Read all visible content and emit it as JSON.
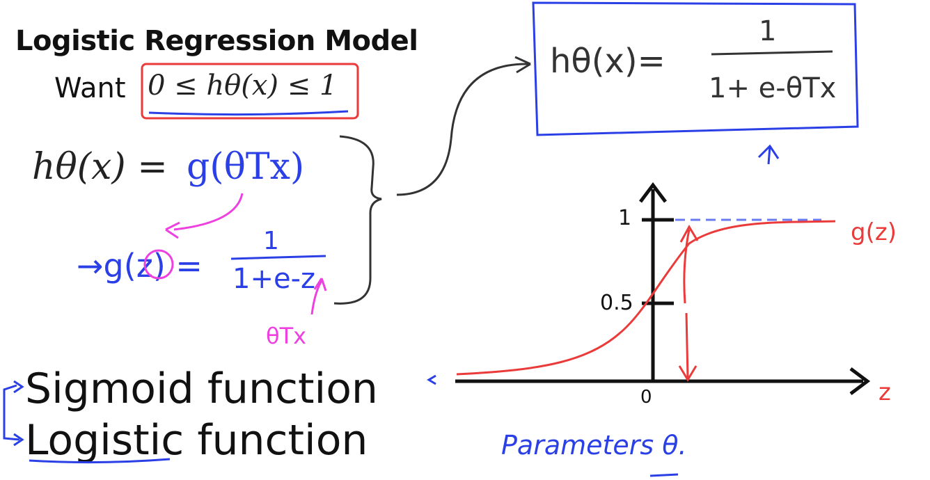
{
  "title": "Logistic Regression Model",
  "want": {
    "label": "Want",
    "expression": "0 ≤ hθ(x) ≤ 1"
  },
  "hypothesis": {
    "lhs": "hθ(x) =",
    "rhs": "g(θTx)"
  },
  "sigmoid_def": {
    "lhs": "→g(z) =",
    "numerator": "1",
    "denominator": "1+e-z",
    "note": "θTx"
  },
  "boxed_formula": {
    "lhs": "hθ(x)=",
    "numerator": "1",
    "denominator": "1+ e-θTx"
  },
  "names": [
    "Sigmoid function",
    "Logistic function"
  ],
  "graph": {
    "curve_label": "g(z)",
    "x_axis_label": "z",
    "x_tick": "0",
    "y_ticks": [
      "1",
      "0.5"
    ]
  },
  "parameters_note": "Parameters θ.",
  "colors": {
    "blue": "#2a3fe6",
    "red": "#ea3a3a",
    "pink": "#ee3fe0",
    "black": "#111111",
    "grey": "#333333"
  }
}
